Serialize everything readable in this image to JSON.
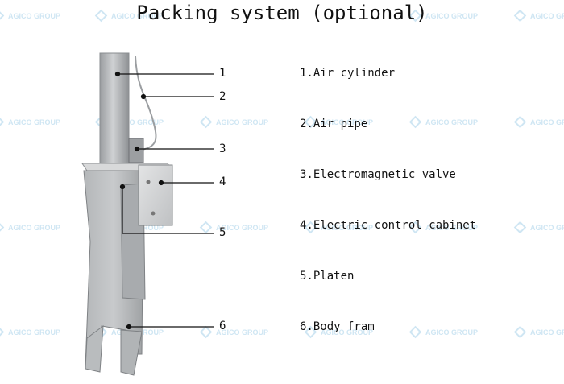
{
  "title": "Packing system (optional)",
  "watermark": "AGICO GROUP",
  "callouts": [
    {
      "number": "1",
      "label": "1.Air cylinder"
    },
    {
      "number": "2",
      "label": "2.Air pipe"
    },
    {
      "number": "3",
      "label": "3.Electromagnetic valve"
    },
    {
      "number": "4",
      "label": "4.Electric control cabinet"
    },
    {
      "number": "5",
      "label": "5.Platen"
    },
    {
      "number": "6",
      "label": "6.Body fram"
    }
  ],
  "colors": {
    "metal_light": "#c9cbcd",
    "metal_mid": "#a9acae",
    "metal_dark": "#7d8082",
    "watermark": "#cfe6f3",
    "text": "#111111"
  }
}
